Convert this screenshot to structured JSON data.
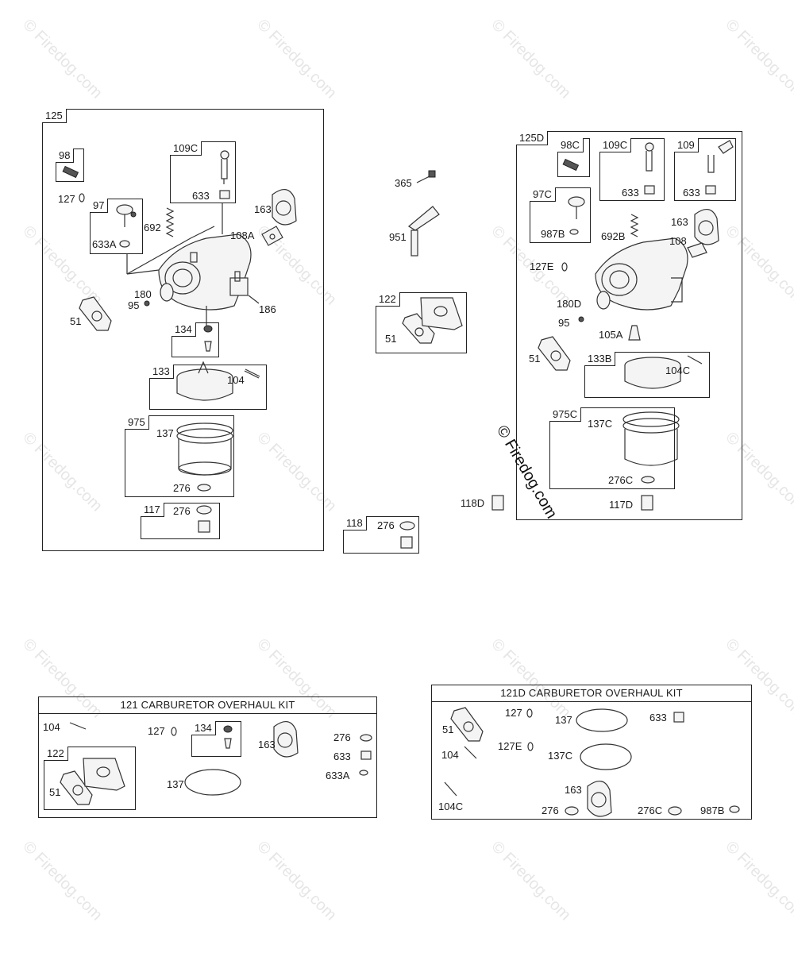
{
  "watermark": {
    "text": "© Firedog.com"
  },
  "main_watermark": {
    "text": "© Firedog.com"
  },
  "assembly_125": {
    "tag": "125",
    "sub_98": "98",
    "label_127": "127",
    "sub_97": "97",
    "label_633A": "633A",
    "sub_109C": "109C",
    "label_633": "633",
    "label_692": "692",
    "label_163": "163",
    "label_108A": "108A",
    "label_180": "180",
    "label_95": "95",
    "label_186": "186",
    "label_51": "51",
    "sub_134": "134",
    "sub_133": "133",
    "label_104": "104",
    "sub_975": "975",
    "label_137": "137",
    "label_276_a": "276",
    "sub_117": "117",
    "label_276_b": "276"
  },
  "middle": {
    "label_365": "365",
    "label_951": "951",
    "sub_122": "122",
    "label_51": "51",
    "sub_118": "118",
    "label_276": "276"
  },
  "assembly_125D": {
    "tag": "125D",
    "sub_98C": "98C",
    "sub_109C": "109C",
    "label_633_a": "633",
    "sub_109": "109",
    "label_633_b": "633",
    "sub_97C": "97C",
    "label_987B": "987B",
    "label_692B": "692B",
    "label_163": "163",
    "label_108": "108",
    "label_127E": "127E",
    "label_180D": "180D",
    "label_95": "95",
    "label_105A": "105A",
    "label_51": "51",
    "sub_133B": "133B",
    "label_104C": "104C",
    "sub_975C": "975C",
    "label_137C": "137C",
    "label_276C": "276C",
    "label_118D": "118D",
    "label_117D": "117D"
  },
  "kit_121": {
    "title": "121 CARBURETOR OVERHAUL KIT",
    "label_104": "104",
    "label_127": "127",
    "sub_134": "134",
    "label_163": "163",
    "label_276": "276",
    "label_633": "633",
    "label_633A": "633A",
    "sub_122": "122",
    "label_51": "51",
    "label_137": "137"
  },
  "kit_121D": {
    "title": "121D CARBURETOR OVERHAUL KIT",
    "label_51": "51",
    "label_127": "127",
    "label_137": "137",
    "label_633": "633",
    "label_104": "104",
    "label_127E": "127E",
    "label_137C": "137C",
    "label_163": "163",
    "label_104C": "104C",
    "label_276": "276",
    "label_276C": "276C",
    "label_987B": "987B"
  }
}
